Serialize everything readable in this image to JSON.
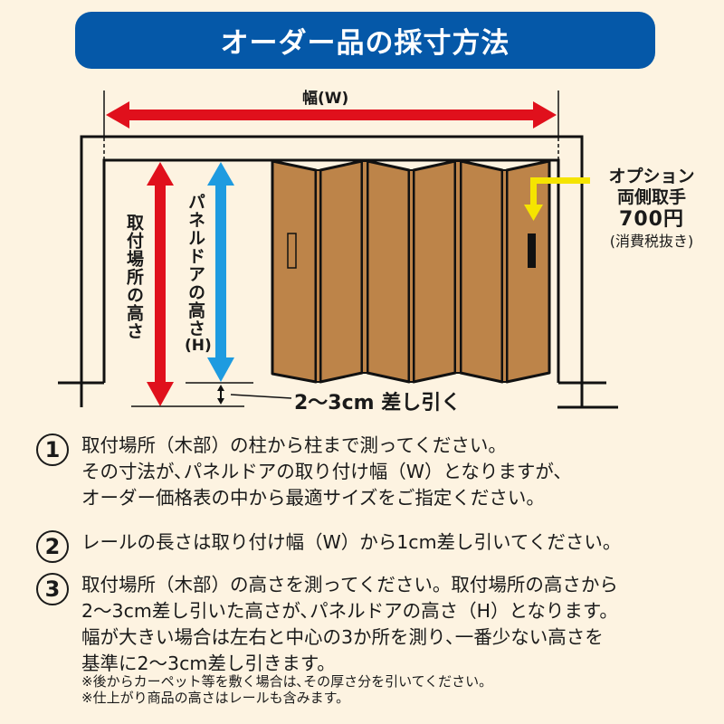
{
  "title": "オーダー品の採寸方法",
  "diagram": {
    "width_label": "幅(W)",
    "mount_height_label": "取付場所の高さ",
    "panel_height_label": "パネルドアの高さ",
    "panel_height_symbol": "(H)",
    "deduct_label": "2〜3cm 差し引く",
    "option": {
      "line1": "オプション",
      "line2": "両側取手",
      "price": "700円",
      "tax_note": "(消費税抜き)"
    },
    "panel_count": 6,
    "colors": {
      "banner": "#0558a8",
      "background": "#fdf3e1",
      "width_arrow": "#e0101c",
      "mount_height_arrow": "#e0101c",
      "panel_height_arrow": "#1e9be0",
      "option_arrow": "#f5e400",
      "door_panel": "#bd8449",
      "outline": "#111111"
    }
  },
  "steps": [
    {
      "number": "1",
      "lines": [
        "取付場所（木部）の柱から柱まで測ってください。",
        "その寸法が､パネルドアの取り付け幅（W）となりますが､",
        "オーダー価格表の中から最適サイズをご指定ください。"
      ]
    },
    {
      "number": "2",
      "lines": [
        "レールの長さは取り付け幅（W）から1cm差し引いてください。"
      ]
    },
    {
      "number": "3",
      "lines": [
        "取付場所（木部）の高さを測ってください。取付場所の高さから",
        "2〜3cm差し引いた高さが､パネルドアの高さ（H）となります。",
        "幅が大きい場合は左右と中心の3か所を測り､一番少ない高さを",
        "基準に2〜3cm差し引きます。"
      ]
    }
  ],
  "notes": [
    "※後からカーペット等を敷く場合は､その厚さ分を引いてください。",
    "※仕上がり商品の高さはレールも含みます。"
  ]
}
